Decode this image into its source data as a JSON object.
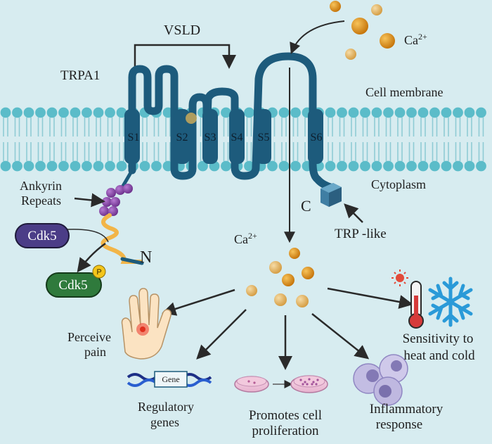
{
  "title_vsld": "VSLD",
  "protein_name": "TRPA1",
  "ion_top": {
    "base": "Ca",
    "charge": "2+"
  },
  "ion_mid": {
    "base": "Ca",
    "charge": "2+"
  },
  "membrane_label": "Cell membrane",
  "cytoplasm_label": "Cytoplasm",
  "segments": [
    "S1",
    "S2",
    "S3",
    "S4",
    "S5",
    "S6"
  ],
  "ankyrin": {
    "line1": "Ankyrin",
    "line2": "Repeats"
  },
  "c_terminus": "C",
  "n_terminus": "N",
  "trp_like": "TRP -like",
  "cdk5_inactive": "Cdk5",
  "cdk5_active": "Cdk5",
  "phospho": "P",
  "gene_box": "Gene",
  "outcomes": {
    "pain": {
      "line1": "Perceive",
      "line2": "pain"
    },
    "genes": {
      "line1": "Regulatory",
      "line2": "genes"
    },
    "proliferation": {
      "line1": "Promotes cell",
      "line2": "proliferation"
    },
    "inflammation": {
      "line1": "Inflammatory",
      "line2": "response"
    },
    "temperature": {
      "line1": "Sensitivity to",
      "line2": "heat and cold"
    }
  },
  "colors": {
    "background": "#d7ecf0",
    "membrane_head": "#5bbcc9",
    "channel": "#1d5b7c",
    "calcium_dark": "#d98a12",
    "calcium_light": "#e9b86a",
    "ankyrin": "#8b4aa8",
    "cdk5_inactive": "#4b3d87",
    "cdk5_active": "#2f7a3c",
    "phospho": "#f3c51a",
    "thermometer": "#d63a3a",
    "snowflake": "#2a9ad8"
  }
}
